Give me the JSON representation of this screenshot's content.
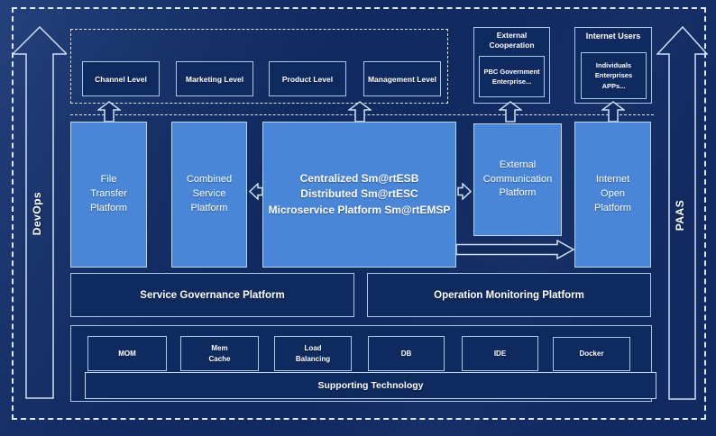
{
  "colors": {
    "background": "#112a60",
    "dark_box_fill": "#0e2a5e",
    "platform_fill": "#4a86d8",
    "border_light": "#a9c8e8",
    "dash_line": "#dfeaf7",
    "text": "#ffffff"
  },
  "rails": {
    "devops_label": "DevOps",
    "paas_label": "PAAS"
  },
  "levels": {
    "items": [
      {
        "label": "Channel Level"
      },
      {
        "label": "Marketing Level"
      },
      {
        "label": "Product Level"
      },
      {
        "label": "Management Level"
      }
    ]
  },
  "external_cooperation": {
    "title": "External\nCooperation",
    "members": "PBC Government\nEnterprise..."
  },
  "internet_users": {
    "title": "Internet Users",
    "members": "Individuals\nEnterprises\nAPPs..."
  },
  "platforms": {
    "file_transfer": "File\nTransfer\nPlatform",
    "combined_service": "Combined\nService\nPlatform",
    "esb_suite": "Centralized Sm@rtESB\nDistributed Sm@rtESC\nMicroservice Platform Sm@rtEMSP",
    "external_communication": "External\nCommunication\nPlatform",
    "internet_open": "Internet\nOpen\nPlatform"
  },
  "governance": {
    "service_governance": "Service Governance Platform",
    "operation_monitoring": "Operation Monitoring Platform"
  },
  "supporting": {
    "title": "Supporting Technology",
    "items": [
      {
        "label": "MOM"
      },
      {
        "label": "Mem\nCache"
      },
      {
        "label": "Load\nBalancing"
      },
      {
        "label": "DB"
      },
      {
        "label": "IDE"
      },
      {
        "label": "Docker"
      }
    ]
  }
}
